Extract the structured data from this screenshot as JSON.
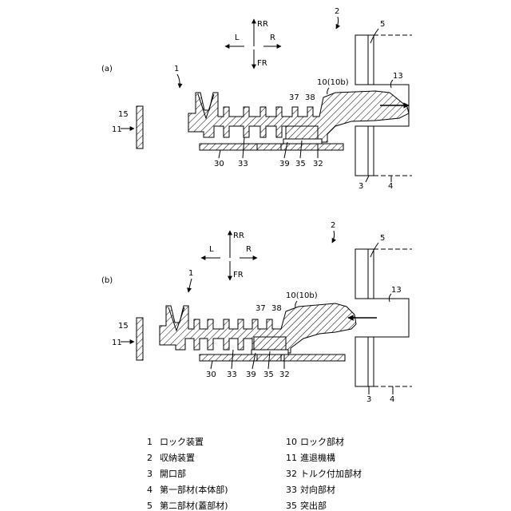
{
  "panels": [
    {
      "id": "a",
      "label": "(a)",
      "directions": {
        "rr": "RR",
        "fr": "FR",
        "l": "L",
        "r": "R"
      },
      "refs": {
        "r1": "1",
        "r2": "2",
        "r3": "3",
        "r4": "4",
        "r5": "5",
        "r10": "10(10b)",
        "r11": "11",
        "r13": "13",
        "r15": "15",
        "r30": "30",
        "r32": "32",
        "r33": "33",
        "r35": "35",
        "r37": "37",
        "r38": "38",
        "r39": "39"
      }
    },
    {
      "id": "b",
      "label": "(b)",
      "directions": {
        "rr": "RR",
        "fr": "FR",
        "l": "L",
        "r": "R"
      },
      "refs": {
        "r1": "1",
        "r2": "2",
        "r3": "3",
        "r4": "4",
        "r5": "5",
        "r10": "10(10b)",
        "r11": "11",
        "r13": "13",
        "r15": "15",
        "r30": "30",
        "r32": "32",
        "r33": "33",
        "r35": "35",
        "r37": "37",
        "r38": "38",
        "r39": "39"
      }
    }
  ],
  "legend": {
    "left": [
      {
        "num": "1",
        "text": "ロック装置"
      },
      {
        "num": "2",
        "text": "収納装置"
      },
      {
        "num": "3",
        "text": "開口部"
      },
      {
        "num": "4",
        "text": "第一部材(本体部)"
      },
      {
        "num": "5",
        "text": "第二部材(蓋部材)"
      }
    ],
    "right": [
      {
        "num": "10",
        "text": "ロック部材"
      },
      {
        "num": "11",
        "text": "進退機構"
      },
      {
        "num": "32",
        "text": "トルク付加部材"
      },
      {
        "num": "33",
        "text": "対向部材"
      },
      {
        "num": "35",
        "text": "突出部"
      }
    ]
  }
}
